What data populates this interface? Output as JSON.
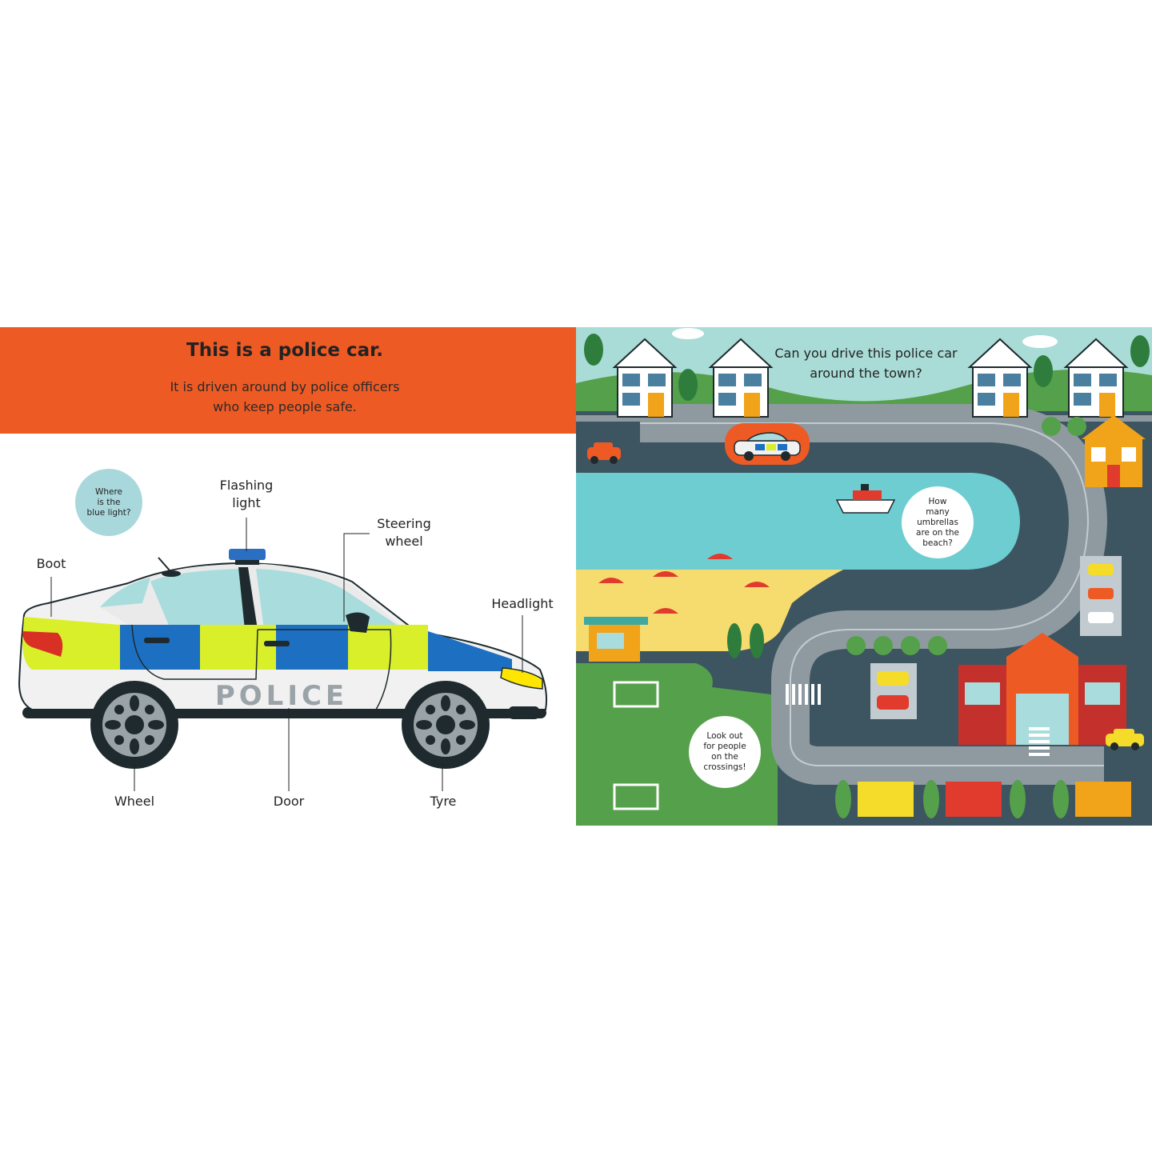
{
  "left_page": {
    "title": "This is a police car.",
    "subtitle_line1": "It is driven around by police officers",
    "subtitle_line2": "who keep people safe.",
    "question_bubble": {
      "line1": "Where",
      "line2": "is the",
      "line3": "blue light?"
    },
    "car_text": "POLICE",
    "labels": {
      "boot": "Boot",
      "flashing_light_1": "Flashing",
      "flashing_light_2": "light",
      "steering_wheel_1": "Steering",
      "steering_wheel_2": "wheel",
      "headlight": "Headlight",
      "wheel": "Wheel",
      "door": "Door",
      "tyre": "Tyre"
    }
  },
  "right_page": {
    "question_line1": "Can you drive this police car",
    "question_line2": "around the town?",
    "umbrella_bubble": {
      "line1": "How",
      "line2": "many",
      "line3": "umbrellas",
      "line4": "are on the",
      "line5": "beach?"
    },
    "crossing_bubble": {
      "line1": "Look out",
      "line2": "for people",
      "line3": "on the",
      "line4": "crossings!"
    }
  },
  "colors": {
    "banner": "#ee5a24",
    "bubble": "#a9d8dc",
    "car_yellow": "#d9ef2a",
    "car_blue": "#1d6fc2",
    "sky": "#a9dcd6",
    "grass": "#55a04a",
    "road": "#8e9aa0",
    "water": "#6dcdd0",
    "sand": "#f6dc6e"
  }
}
